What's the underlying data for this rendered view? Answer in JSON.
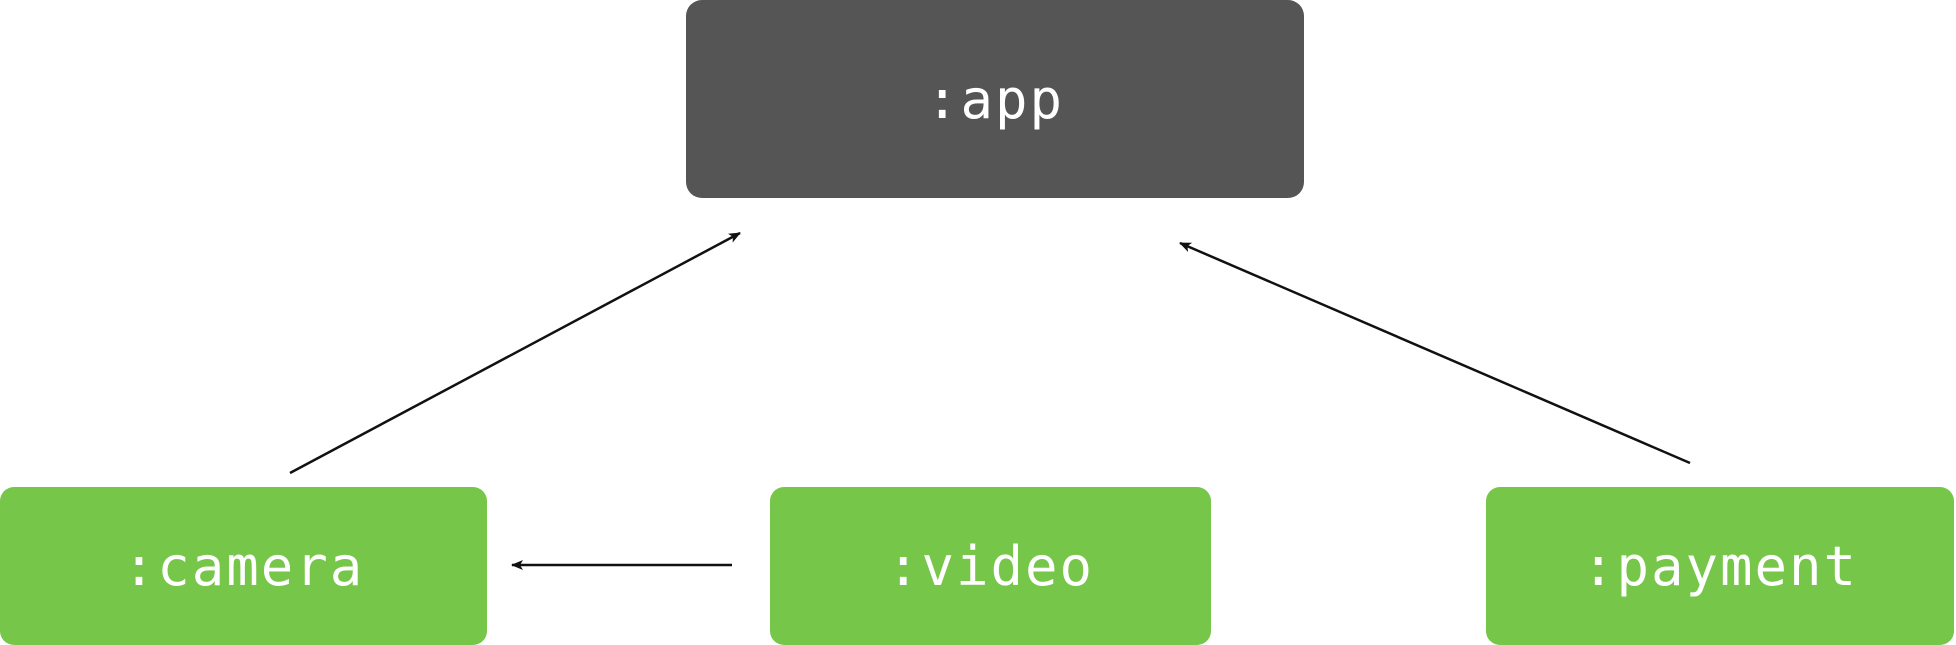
{
  "colors": {
    "app_node": "#555555",
    "module_node": "#76C64A",
    "text": "#FFFFFF",
    "edge": "#111111"
  },
  "nodes": {
    "app": {
      "label": ":app"
    },
    "camera": {
      "label": ":camera"
    },
    "video": {
      "label": ":video"
    },
    "payment": {
      "label": ":payment"
    }
  },
  "edges": [
    {
      "from": "camera",
      "to": "app"
    },
    {
      "from": "payment",
      "to": "app"
    },
    {
      "from": "video",
      "to": "camera"
    }
  ]
}
